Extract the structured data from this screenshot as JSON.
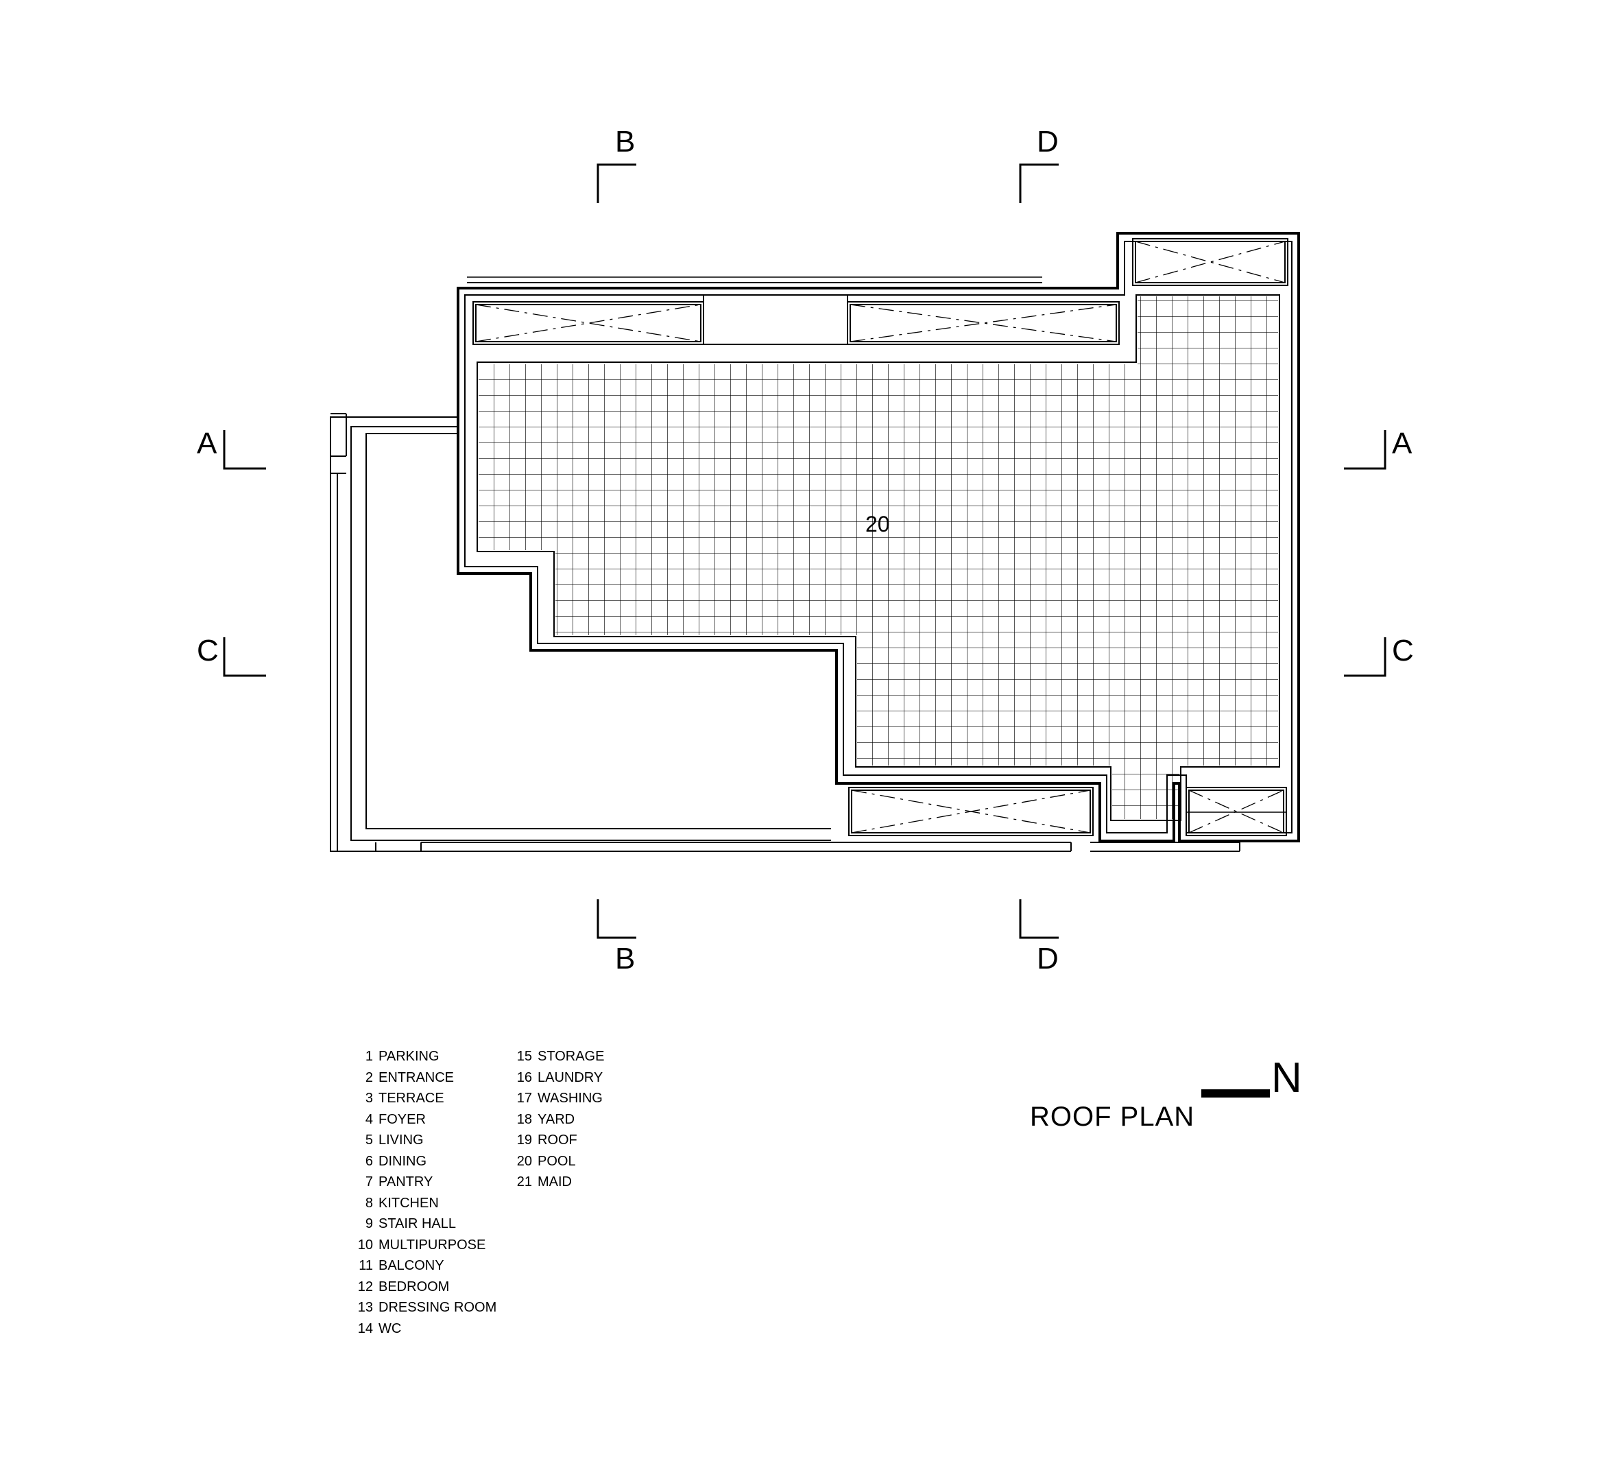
{
  "drawing": {
    "title": "ROOF PLAN",
    "north_label": "N",
    "pool_number": "20"
  },
  "section_marks": {
    "B_top": "B",
    "D_top": "D",
    "B_bottom": "B",
    "D_bottom": "D",
    "A_left": "A",
    "A_right": "A",
    "C_left": "C",
    "C_right": "C"
  },
  "legend": {
    "col1": [
      {
        "num": "1",
        "label": "PARKING"
      },
      {
        "num": "2",
        "label": "ENTRANCE"
      },
      {
        "num": "3",
        "label": "TERRACE"
      },
      {
        "num": "4",
        "label": "FOYER"
      },
      {
        "num": "5",
        "label": "LIVING"
      },
      {
        "num": "6",
        "label": "DINING"
      },
      {
        "num": "7",
        "label": "PANTRY"
      },
      {
        "num": "8",
        "label": "KITCHEN"
      },
      {
        "num": "9",
        "label": "STAIR HALL"
      },
      {
        "num": "10",
        "label": "MULTIPURPOSE"
      },
      {
        "num": "11",
        "label": "BALCONY"
      },
      {
        "num": "12",
        "label": "BEDROOM"
      },
      {
        "num": "13",
        "label": "DRESSING ROOM"
      },
      {
        "num": "14",
        "label": "WC"
      }
    ],
    "col2": [
      {
        "num": "15",
        "label": "STORAGE"
      },
      {
        "num": "16",
        "label": "LAUNDRY"
      },
      {
        "num": "17",
        "label": "WASHING"
      },
      {
        "num": "18",
        "label": "YARD"
      },
      {
        "num": "19",
        "label": "ROOF"
      },
      {
        "num": "20",
        "label": "POOL"
      },
      {
        "num": "21",
        "label": "MAID"
      }
    ]
  }
}
